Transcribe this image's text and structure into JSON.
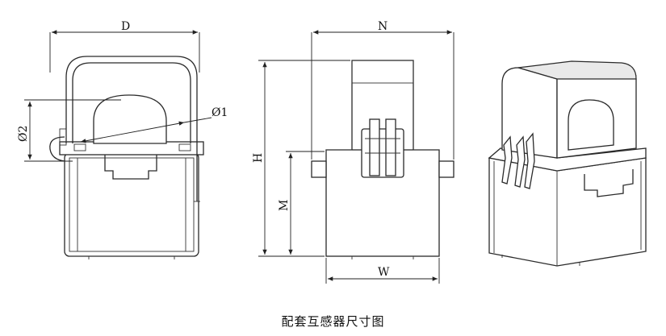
{
  "labels": {
    "D": "D",
    "N": "N",
    "H": "H",
    "M": "M",
    "W": "W",
    "phi1": "Ø1",
    "phi2": "Ø2"
  },
  "caption": "配套互感器尺寸图"
}
